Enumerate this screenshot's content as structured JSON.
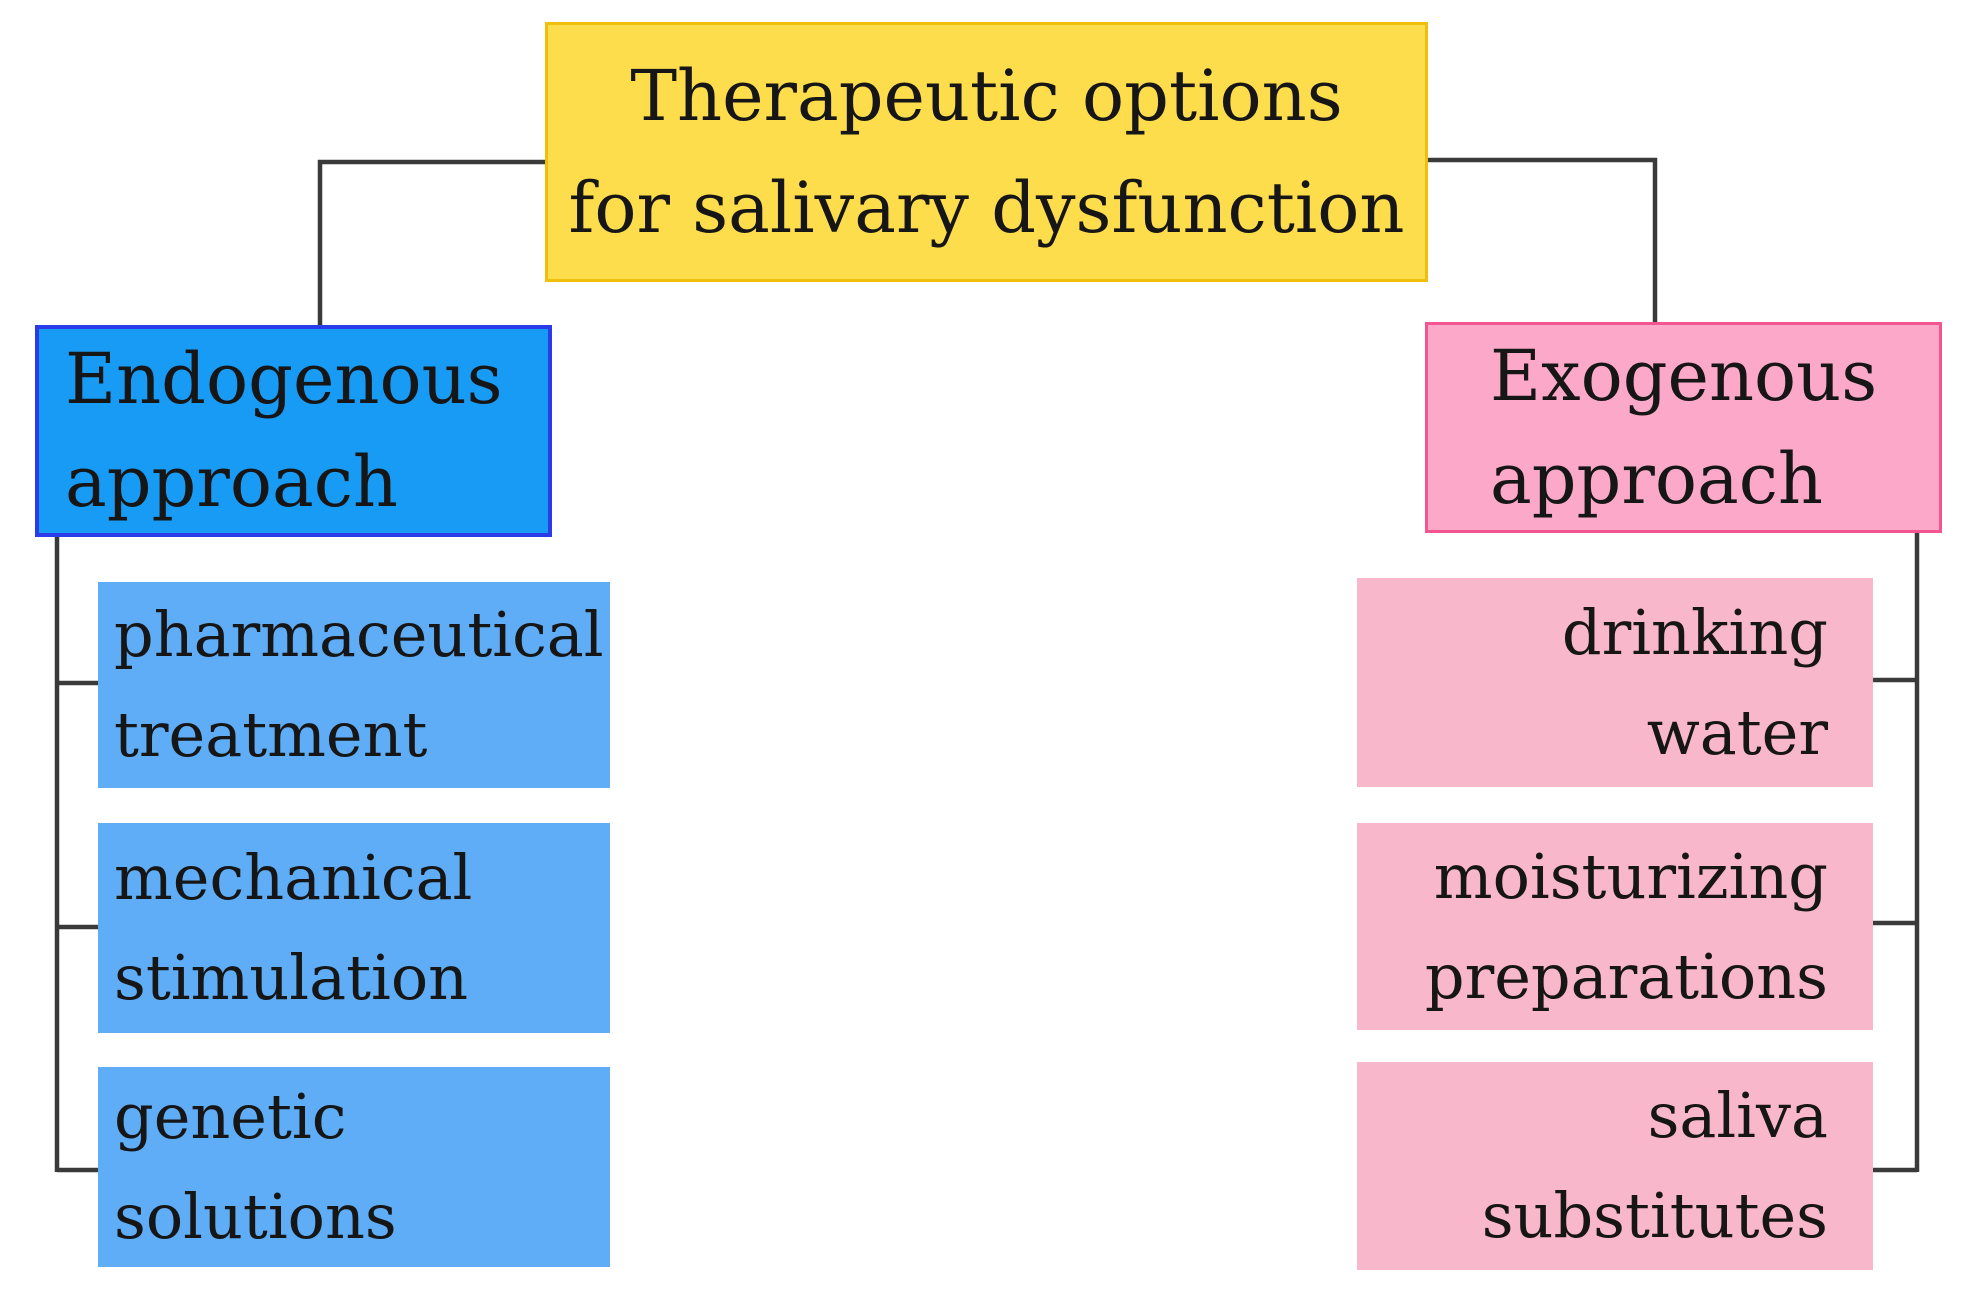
{
  "diagram": {
    "root": {
      "lines": [
        "Therapeutic options",
        "for salivary dysfunction"
      ]
    },
    "branches": [
      {
        "id": "endogenous",
        "parent": {
          "lines": [
            "Endogenous",
            "approach"
          ]
        },
        "children": [
          {
            "lines": [
              "pharmaceutical",
              "treatment"
            ]
          },
          {
            "lines": [
              "mechanical",
              "stimulation"
            ]
          },
          {
            "lines": [
              "genetic",
              "solutions"
            ]
          }
        ]
      },
      {
        "id": "exogenous",
        "parent": {
          "lines": [
            "Exogenous",
            "approach"
          ]
        },
        "children": [
          {
            "lines": [
              "drinking",
              "water"
            ]
          },
          {
            "lines": [
              "moisturizing",
              "preparations"
            ]
          },
          {
            "lines": [
              "saliva",
              "substitutes"
            ]
          }
        ]
      }
    ],
    "colors": {
      "root_fill": "#FDDD4C",
      "root_border": "#EFBF0C",
      "endogenous_fill": "#189BF4",
      "endogenous_border": "#2A3BE8",
      "endogenous_child_fill": "#5FADF6",
      "exogenous_fill": "#FCA9C9",
      "exogenous_border": "#F2558F",
      "exogenous_child_fill": "#F9B7CB",
      "connector": "#3A3A3A",
      "text": "#161616"
    }
  }
}
